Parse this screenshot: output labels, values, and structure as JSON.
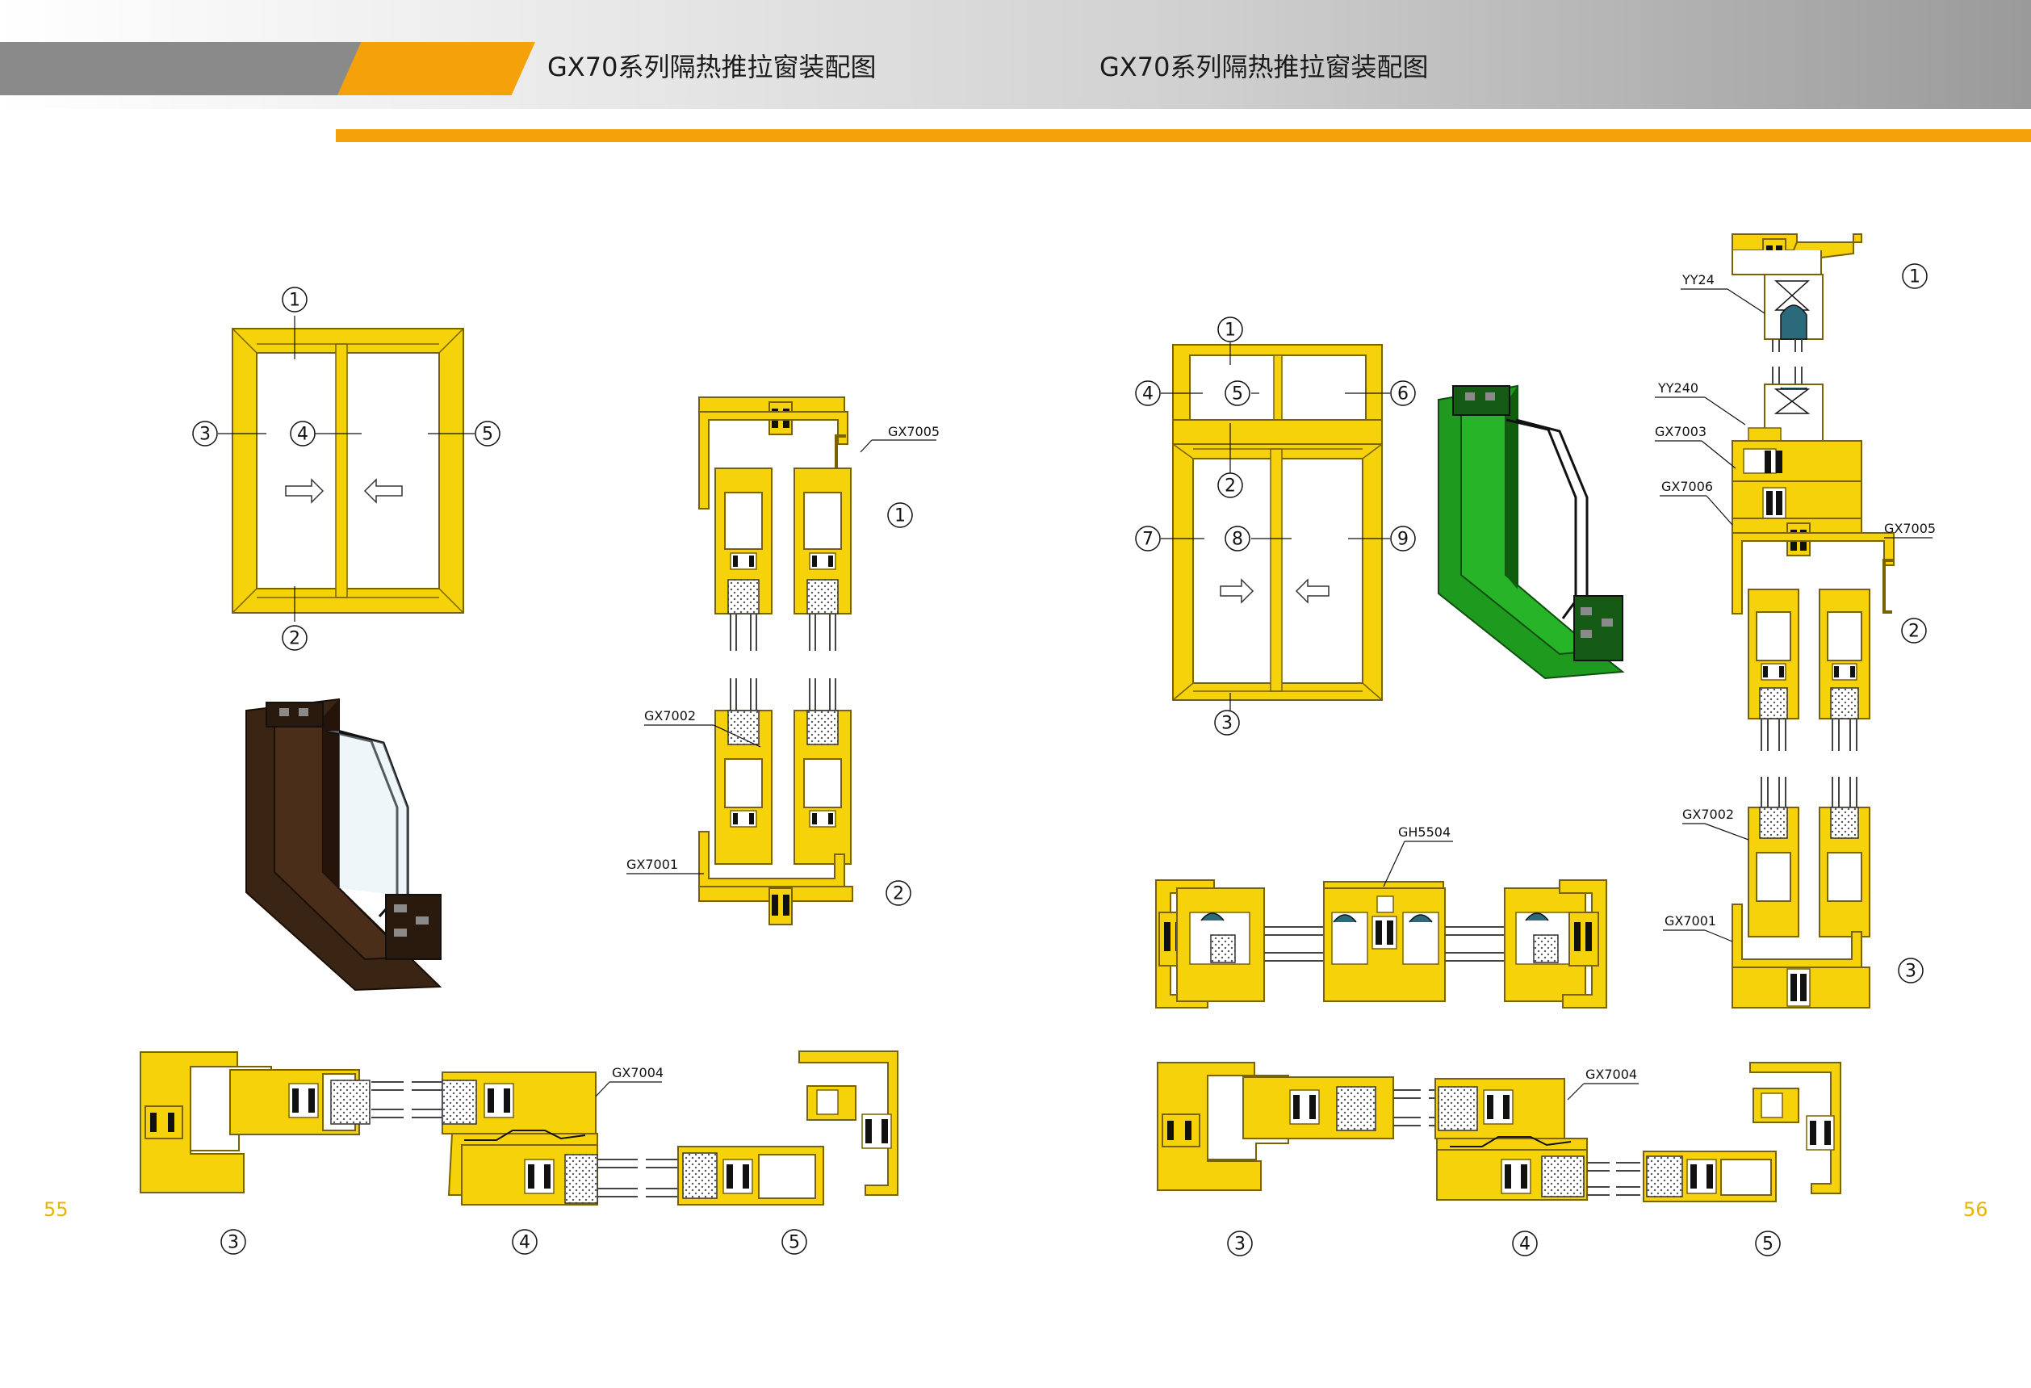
{
  "header": {
    "left_title": "GX70系列隔热推拉窗装配图",
    "right_title": "GX70系列隔热推拉窗装配图"
  },
  "pages": {
    "left": "55",
    "right": "56"
  },
  "colors": {
    "frame": "#f5d20a",
    "accent": "#f5a20a",
    "outline": "#7a6200",
    "brown": "#3a2414",
    "green": "#1e9a1e"
  },
  "left_page": {
    "elevation_callouts": [
      "1",
      "2",
      "3",
      "4",
      "5"
    ],
    "section_callouts": [
      "1",
      "2"
    ],
    "section_labels": [
      "GX7005",
      "GX7002",
      "GX7001"
    ],
    "horizontal_labels": [
      "GX7004"
    ],
    "horizontal_callouts": [
      "3",
      "4",
      "5"
    ]
  },
  "right_page": {
    "elevation_callouts": [
      "1",
      "2",
      "3",
      "4",
      "5",
      "6",
      "7",
      "8",
      "9"
    ],
    "section_callouts": [
      "1",
      "2",
      "3"
    ],
    "section_labels": [
      "YY24",
      "YY240",
      "GX7003",
      "GX7006",
      "GX7005",
      "GX7002",
      "GX7001"
    ],
    "mid_labels": [
      "GH5504"
    ],
    "horizontal_labels": [
      "GX7004"
    ],
    "horizontal_callouts": [
      "3",
      "4",
      "5"
    ]
  }
}
